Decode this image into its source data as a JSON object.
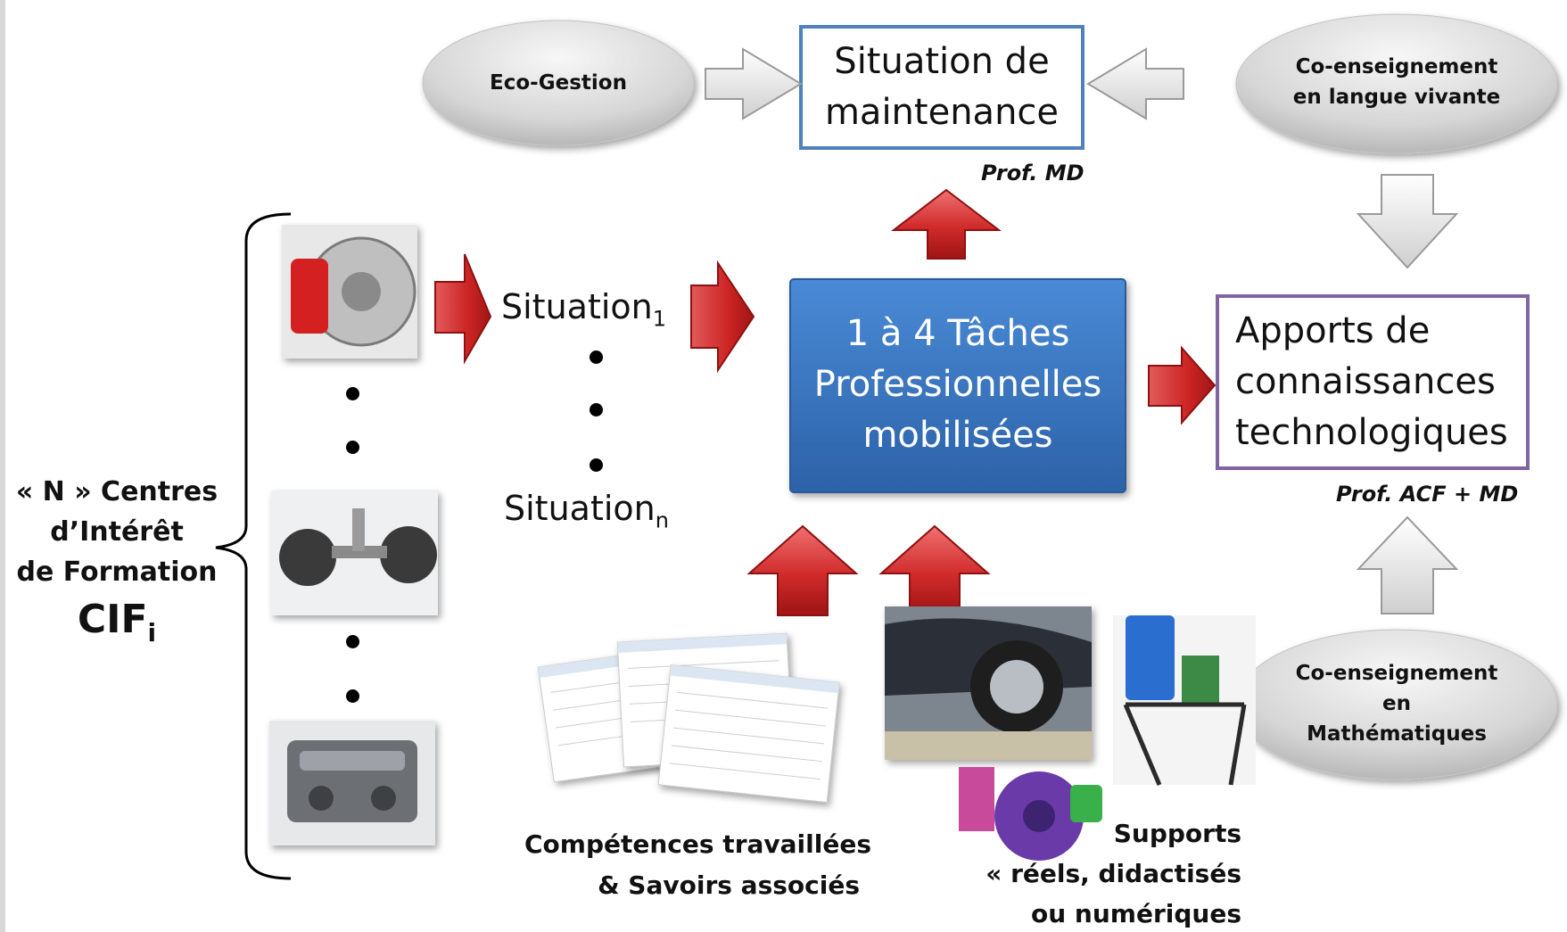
{
  "situation_box": {
    "line1": "Situation de",
    "line2": "maintenance",
    "caption": "Prof. MD"
  },
  "taches_box": {
    "line1": "1 à 4 Tâches",
    "line2": "Professionnelles",
    "line3": "mobilisées"
  },
  "apports_box": {
    "line1": "Apports de",
    "line2": "connaissances",
    "line3": "technologiques",
    "caption": "Prof. ACF + MD"
  },
  "ellipses": {
    "eco": "Eco-Gestion",
    "langue_line1": "Co-enseignement",
    "langue_line2": "en langue vivante",
    "maths_line1": "Co-enseignement",
    "maths_line2": "en",
    "maths_line3": "Mathématiques"
  },
  "situations": {
    "first": "Situation",
    "first_sub": "1",
    "last": "Situation",
    "last_sub": "n"
  },
  "cif_label": {
    "line1": "« N » Centres",
    "line2": "d’Intérêt",
    "line3": "de Formation",
    "main": "CIF",
    "sub": "i"
  },
  "competences": {
    "line1": "Compétences travaillées",
    "line2": "& Savoirs associés"
  },
  "supports": {
    "line1": "Supports",
    "line2": "« réels, didactisés",
    "line3": "ou numériques"
  },
  "colors": {
    "accent_red": "#c8282a",
    "box_blue": "#3a78c2",
    "situation_border": "#4f81bd",
    "apports_border": "#8064a2",
    "ellipse_grey": "#d9d9d9"
  }
}
